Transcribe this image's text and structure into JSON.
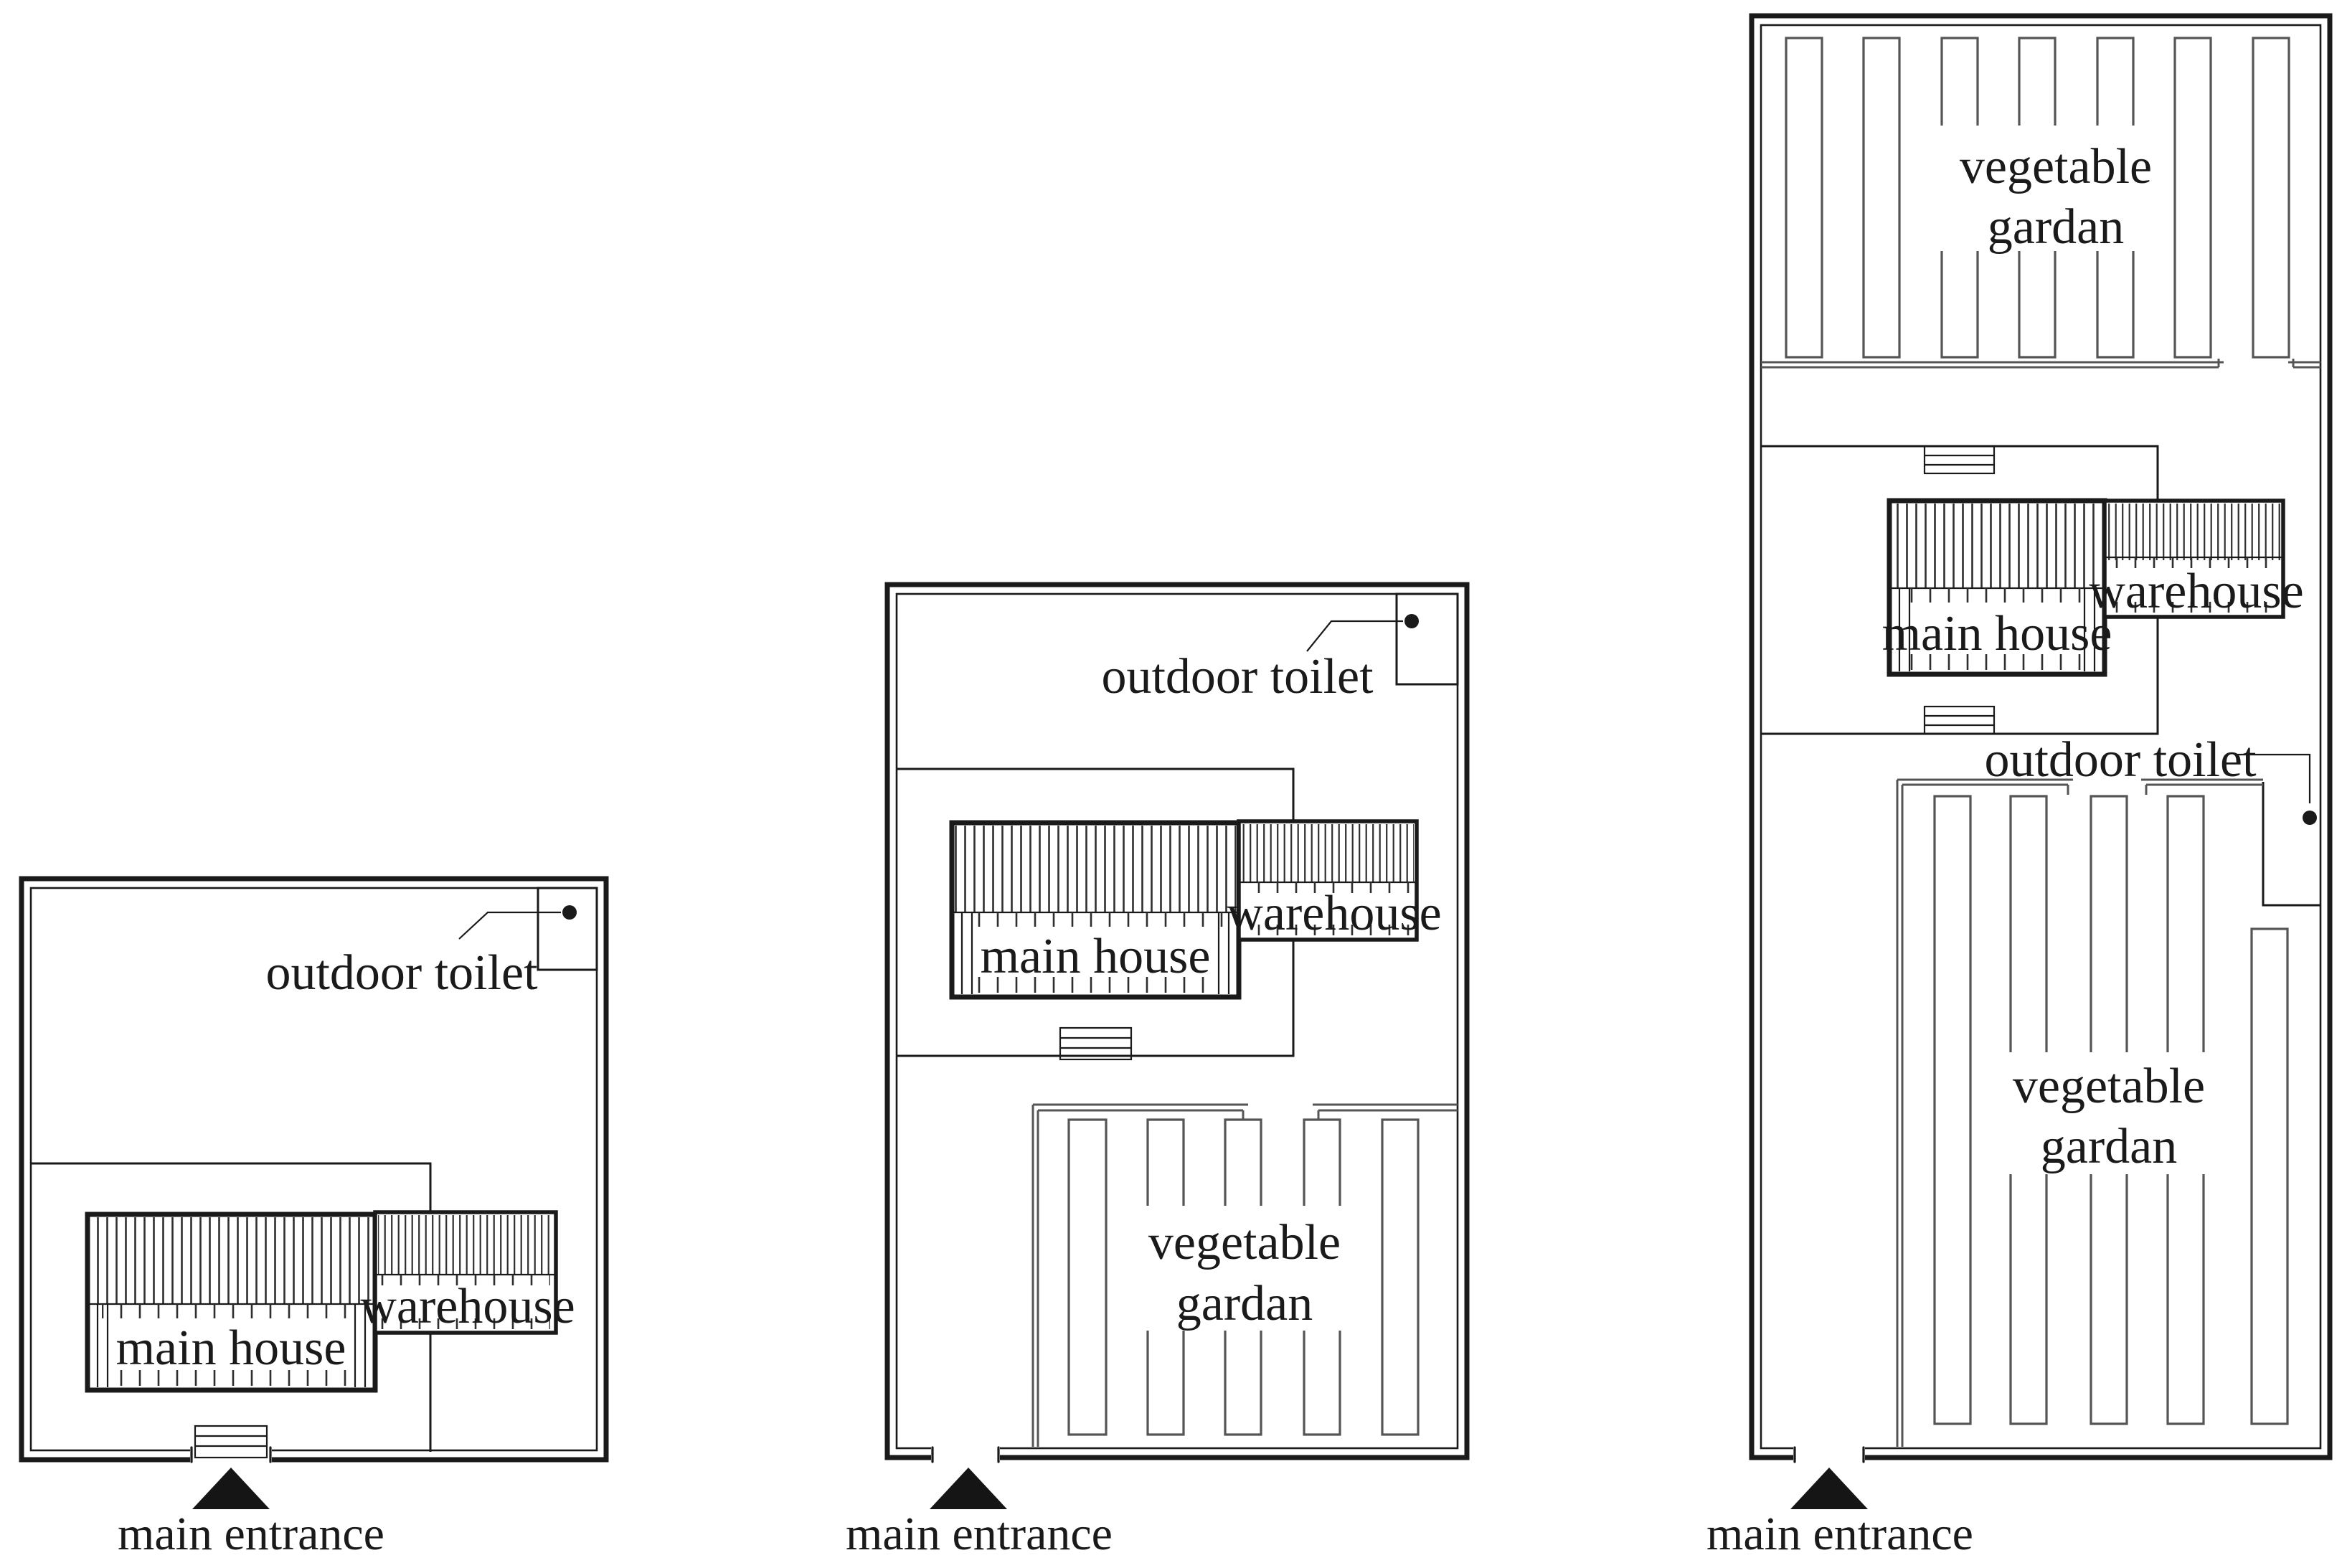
{
  "figure": {
    "kind": "architectural site plan diagram",
    "background": "#ffffff",
    "panel_count": 3
  },
  "colors": {
    "line": "#1a1a1a",
    "hatch": "#2e2e2e",
    "garden": "#555555",
    "text": "#1a1a1a",
    "triangle": "#151515"
  },
  "labels": {
    "main_house": "main house",
    "warehouse": "warehouse",
    "outdoor_toilet": "outdoor toilet",
    "vegetable_garden_line1": "vegetable",
    "vegetable_garden_line2": "gardan",
    "main_entrance": "main entrance"
  },
  "plans": [
    {
      "position": "left",
      "size": "small",
      "buildings": [
        "main house",
        "warehouse",
        "outdoor toilet"
      ],
      "gardens": [],
      "has_entrance_gate_step": true
    },
    {
      "position": "middle",
      "size": "medium",
      "buildings": [
        "main house",
        "warehouse",
        "outdoor toilet"
      ],
      "gardens": [
        {
          "location": "bottom",
          "beds": 5
        }
      ],
      "has_entrance_gate_step": false
    },
    {
      "position": "right",
      "size": "large",
      "buildings": [
        "main house",
        "warehouse",
        "outdoor toilet"
      ],
      "gardens": [
        {
          "location": "top",
          "beds": 7
        },
        {
          "location": "bottom",
          "beds": 5
        }
      ],
      "has_entrance_gate_step": false
    }
  ]
}
